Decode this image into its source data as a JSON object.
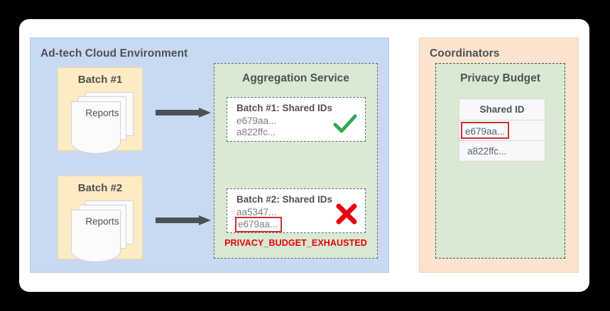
{
  "figure": {
    "background_color": "#000000",
    "card_color": "#ffffff"
  },
  "adtech_panel": {
    "title": "Ad-tech Cloud Environment",
    "color": "#c9d9f2",
    "batches": [
      {
        "label": "Batch #1",
        "reports_label": "Reports"
      },
      {
        "label": "Batch #2",
        "reports_label": "Reports"
      }
    ],
    "arrows": [
      {
        "name": "arrow-batch-1-to-aggregation"
      },
      {
        "name": "arrow-batch-2-to-aggregation"
      }
    ]
  },
  "aggregation_service": {
    "title": "Aggregation Service",
    "color": "#d9e9d2",
    "batch1": {
      "header": "Batch #1: Shared IDs",
      "ids": [
        "e679aa...",
        "a822ffc..."
      ],
      "status_icon": "check-icon",
      "status_color": "#34a853"
    },
    "batch2": {
      "header": "Batch #2: Shared IDs",
      "ids": [
        "aa5347...",
        "e679aa..."
      ],
      "highlighted_id": "e679aa...",
      "status_icon": "x-icon",
      "status_color": "#e8000d",
      "error": "PRIVACY_BUDGET_EXHAUSTED",
      "error_color": "#e8000d"
    }
  },
  "coordinators_panel": {
    "title": "Coordinators",
    "color": "#fbe3cd",
    "privacy_budget": {
      "title": "Privacy Budget",
      "color": "#d9e9d2",
      "table": {
        "column_header": "Shared ID",
        "rows": [
          {
            "value": "e679aa...",
            "highlighted": true
          },
          {
            "value": "a822ffc...",
            "highlighted": false
          }
        ]
      }
    }
  }
}
